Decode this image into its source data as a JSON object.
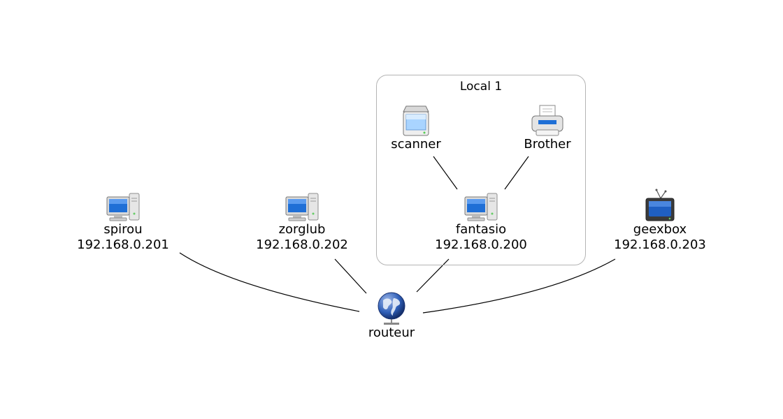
{
  "cluster": {
    "label": "Local 1"
  },
  "nodes": {
    "spirou": {
      "name": "spirou",
      "ip": "192.168.0.201",
      "icon": "desktop-computer-icon"
    },
    "zorglub": {
      "name": "zorglub",
      "ip": "192.168.0.202",
      "icon": "desktop-computer-icon"
    },
    "fantasio": {
      "name": "fantasio",
      "ip": "192.168.0.200",
      "icon": "desktop-computer-icon"
    },
    "geexbox": {
      "name": "geexbox",
      "ip": "192.168.0.203",
      "icon": "television-icon"
    },
    "scanner": {
      "name": "scanner",
      "icon": "scanner-icon"
    },
    "brother": {
      "name": "Brother",
      "icon": "printer-icon"
    },
    "routeur": {
      "name": "routeur",
      "icon": "globe-router-icon"
    }
  },
  "edges": [
    {
      "from": "spirou",
      "to": "routeur"
    },
    {
      "from": "zorglub",
      "to": "routeur"
    },
    {
      "from": "fantasio",
      "to": "routeur"
    },
    {
      "from": "geexbox",
      "to": "routeur"
    },
    {
      "from": "scanner",
      "to": "fantasio"
    },
    {
      "from": "brother",
      "to": "fantasio"
    }
  ],
  "colors": {
    "edge": "#000000",
    "cluster_border": "#b4b4b4",
    "screen": "#1f6fd6"
  }
}
